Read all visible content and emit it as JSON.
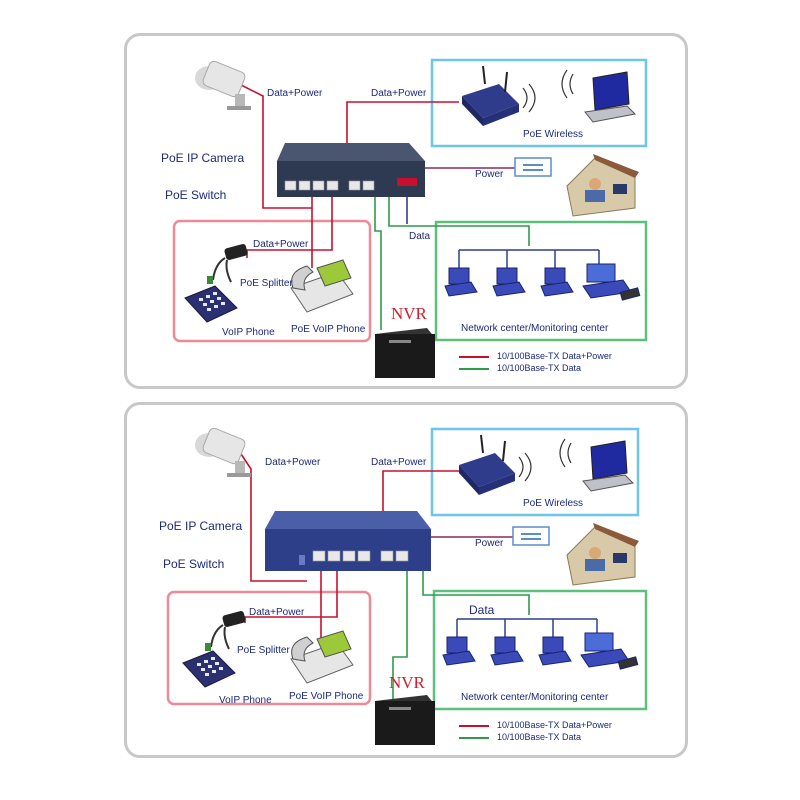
{
  "panels": [
    {
      "switch_color": "#2e3a52",
      "switch_port_label": "",
      "labels": {
        "camera_link": "Data+Power",
        "wireless_link": "Data+Power",
        "camera": "PoE IP Camera",
        "switch": "PoE Switch",
        "wireless": "PoE Wireless",
        "power": "Power",
        "data": "Data",
        "phone_link": "Data+Power",
        "splitter": "PoE  Splitter",
        "voip_phone": "VoIP Phone",
        "poe_voip_phone": "PoE VoIP Phone",
        "nvr": "NVR",
        "network_center": "Network center/Monitoring center",
        "legend_red": "10/100Base-TX Data+Power",
        "legend_green": "10/100Base-TX Data"
      }
    },
    {
      "switch_color": "#2e3f8a",
      "switch_port_label": "",
      "labels": {
        "camera_link": "Data+Power",
        "wireless_link": "Data+Power",
        "camera": "PoE IP Camera",
        "switch": "PoE Switch",
        "wireless": "PoE Wireless",
        "power": "Power",
        "data": "Data",
        "phone_link": "Data+Power",
        "splitter": "PoE  Splitter",
        "voip_phone": "VoIP Phone",
        "poe_voip_phone": "PoE VoIP Phone",
        "nvr": "NVR",
        "network_center": "Network center/Monitoring center",
        "legend_red": "10/100Base-TX Data+Power",
        "legend_green": "10/100Base-TX Data"
      }
    }
  ],
  "colors": {
    "data_power_line": "#c8102e",
    "data_line": "#2e9a4a",
    "wireless_box": "#6ec6e6",
    "phone_box": "#ee8a98",
    "network_box": "#5cc07a",
    "label_text": "#1c2a78"
  }
}
